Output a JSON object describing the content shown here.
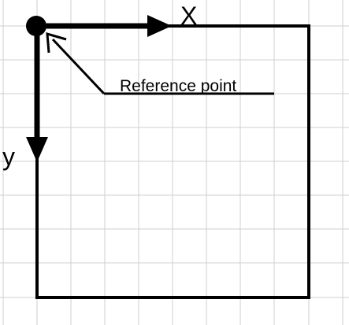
{
  "axes": {
    "x_label": "X",
    "y_label": "y"
  },
  "annotation": {
    "text": "Reference point"
  },
  "colors": {
    "background": "#ffffff",
    "grid": "#cfcfcf",
    "ink": "#000000"
  },
  "grid": true
}
